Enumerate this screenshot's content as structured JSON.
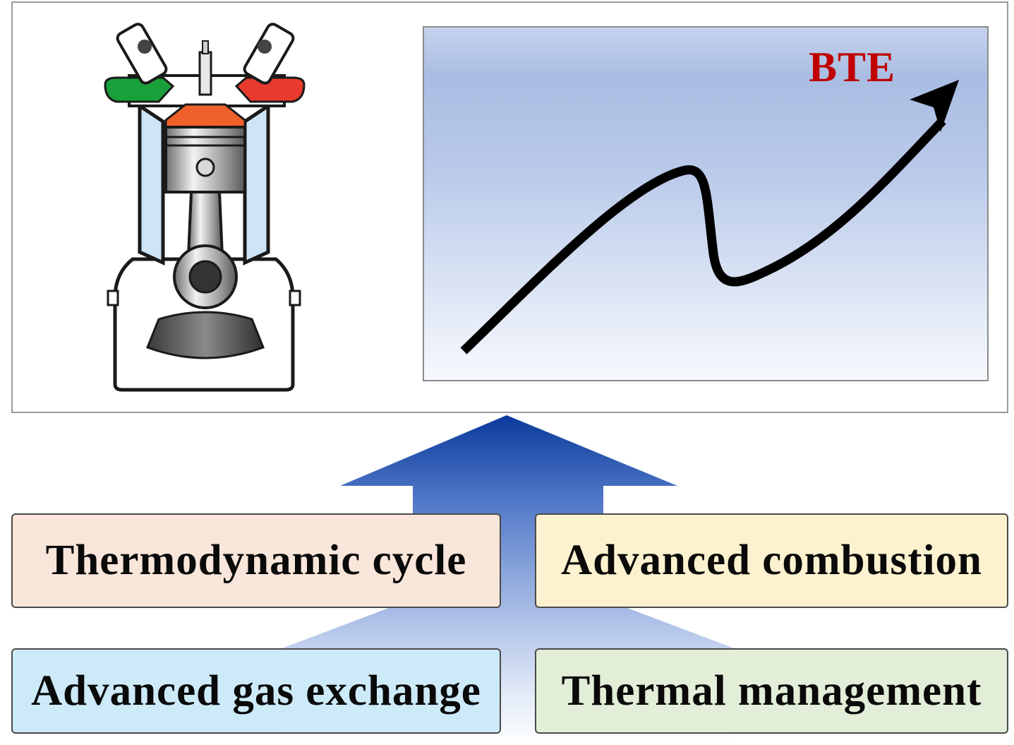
{
  "graph": {
    "label": "BTE",
    "label_color": "#c00000"
  },
  "factors": [
    {
      "label": "Thermodynamic cycle",
      "color": "#f9e6da"
    },
    {
      "label": "Advanced combustion",
      "color": "#fdf2cf"
    },
    {
      "label": "Advanced gas exchange",
      "color": "#cdeaf8"
    },
    {
      "label": "Thermal management",
      "color": "#e2eed8"
    }
  ],
  "colors": {
    "arrow_top": "#0a3a9c",
    "frame_border": "#9a9a9a",
    "trend_line": "#000000"
  },
  "icons": [
    "engine-cylinder-icon",
    "trend-arrow-icon",
    "upward-arrow-icon"
  ]
}
